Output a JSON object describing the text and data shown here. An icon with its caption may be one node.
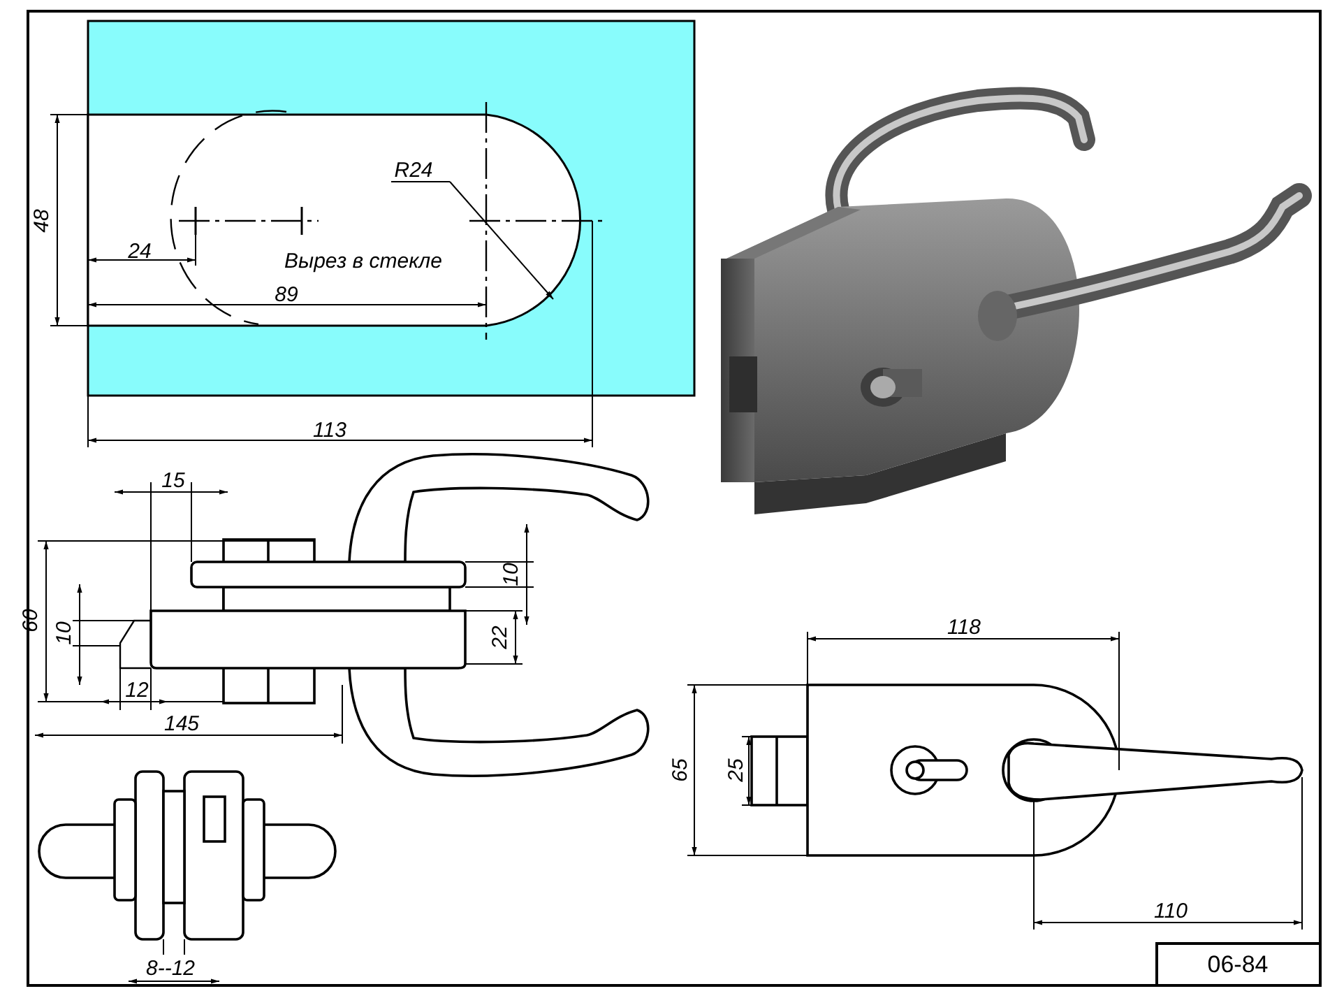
{
  "diagram": {
    "labels": [
      "48",
      "R24",
      "24",
      "Вырез в стекле",
      "89",
      "113",
      "15",
      "60",
      "10",
      "10",
      "22",
      "12",
      "145",
      "118",
      "65",
      "25",
      "110",
      "8--12",
      "06-84"
    ]
  }
}
